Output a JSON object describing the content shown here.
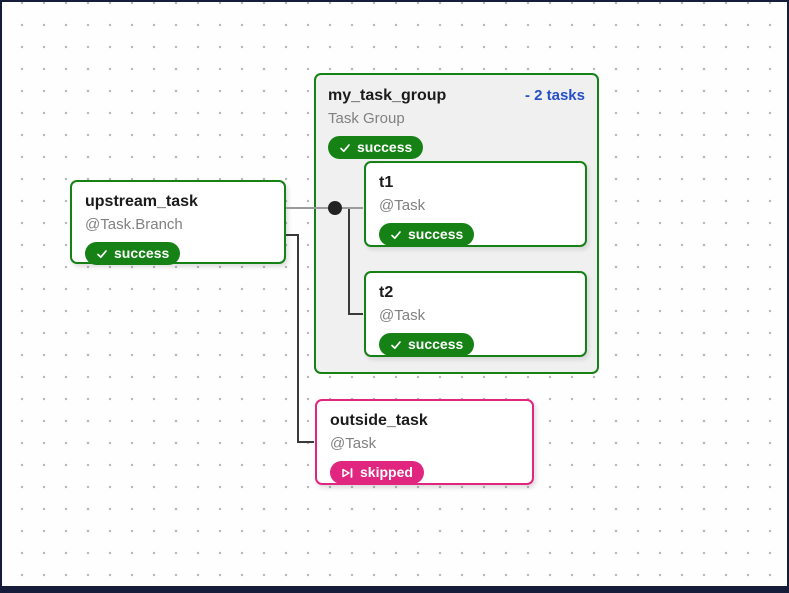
{
  "colors": {
    "success": "#168216",
    "skipped": "#e0267e",
    "group_border": "#168216",
    "group_fill": "#f0f0f0",
    "collapse_link": "#2750c8",
    "edge_gray": "#9a9a9a",
    "edge_dark": "#3a3a3a",
    "canvas_frame": "#151d3b"
  },
  "nodes": {
    "upstream_task": {
      "title": "upstream_task",
      "subtitle": "@Task.Branch",
      "status_label": "success"
    },
    "my_task_group": {
      "title": "my_task_group",
      "collapse_label": "- 2 tasks",
      "subtitle": "Task Group",
      "status_label": "success"
    },
    "t1": {
      "title": "t1",
      "subtitle": "@Task",
      "status_label": "success"
    },
    "t2": {
      "title": "t2",
      "subtitle": "@Task",
      "status_label": "success"
    },
    "outside_task": {
      "title": "outside_task",
      "subtitle": "@Task",
      "status_label": "skipped"
    }
  }
}
